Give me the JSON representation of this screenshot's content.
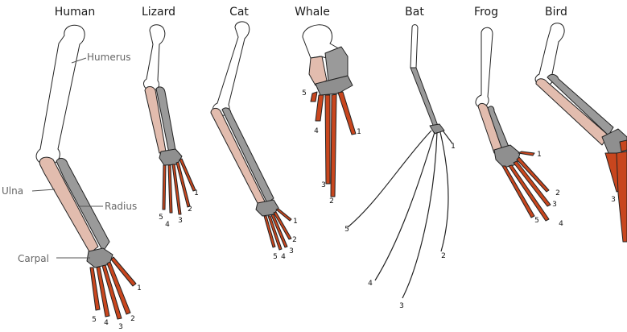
{
  "animals": {
    "human": "Human",
    "lizard": "Lizard",
    "cat": "Cat",
    "whale": "Whale",
    "bat": "Bat",
    "frog": "Frog",
    "bird": "Bird"
  },
  "labels": {
    "humerus": "Humerus",
    "ulna": "Ulna",
    "radius": "Radius",
    "carpal": "Carpal"
  },
  "digits": [
    "1",
    "2",
    "3",
    "4",
    "5"
  ],
  "colors": {
    "humerus": "#ffffff",
    "ulna": "#e2bcae",
    "radius": "#9a9a9a",
    "carpal": "#8f8f8f",
    "phalanges": "#c8461e",
    "outline": "#222222"
  }
}
